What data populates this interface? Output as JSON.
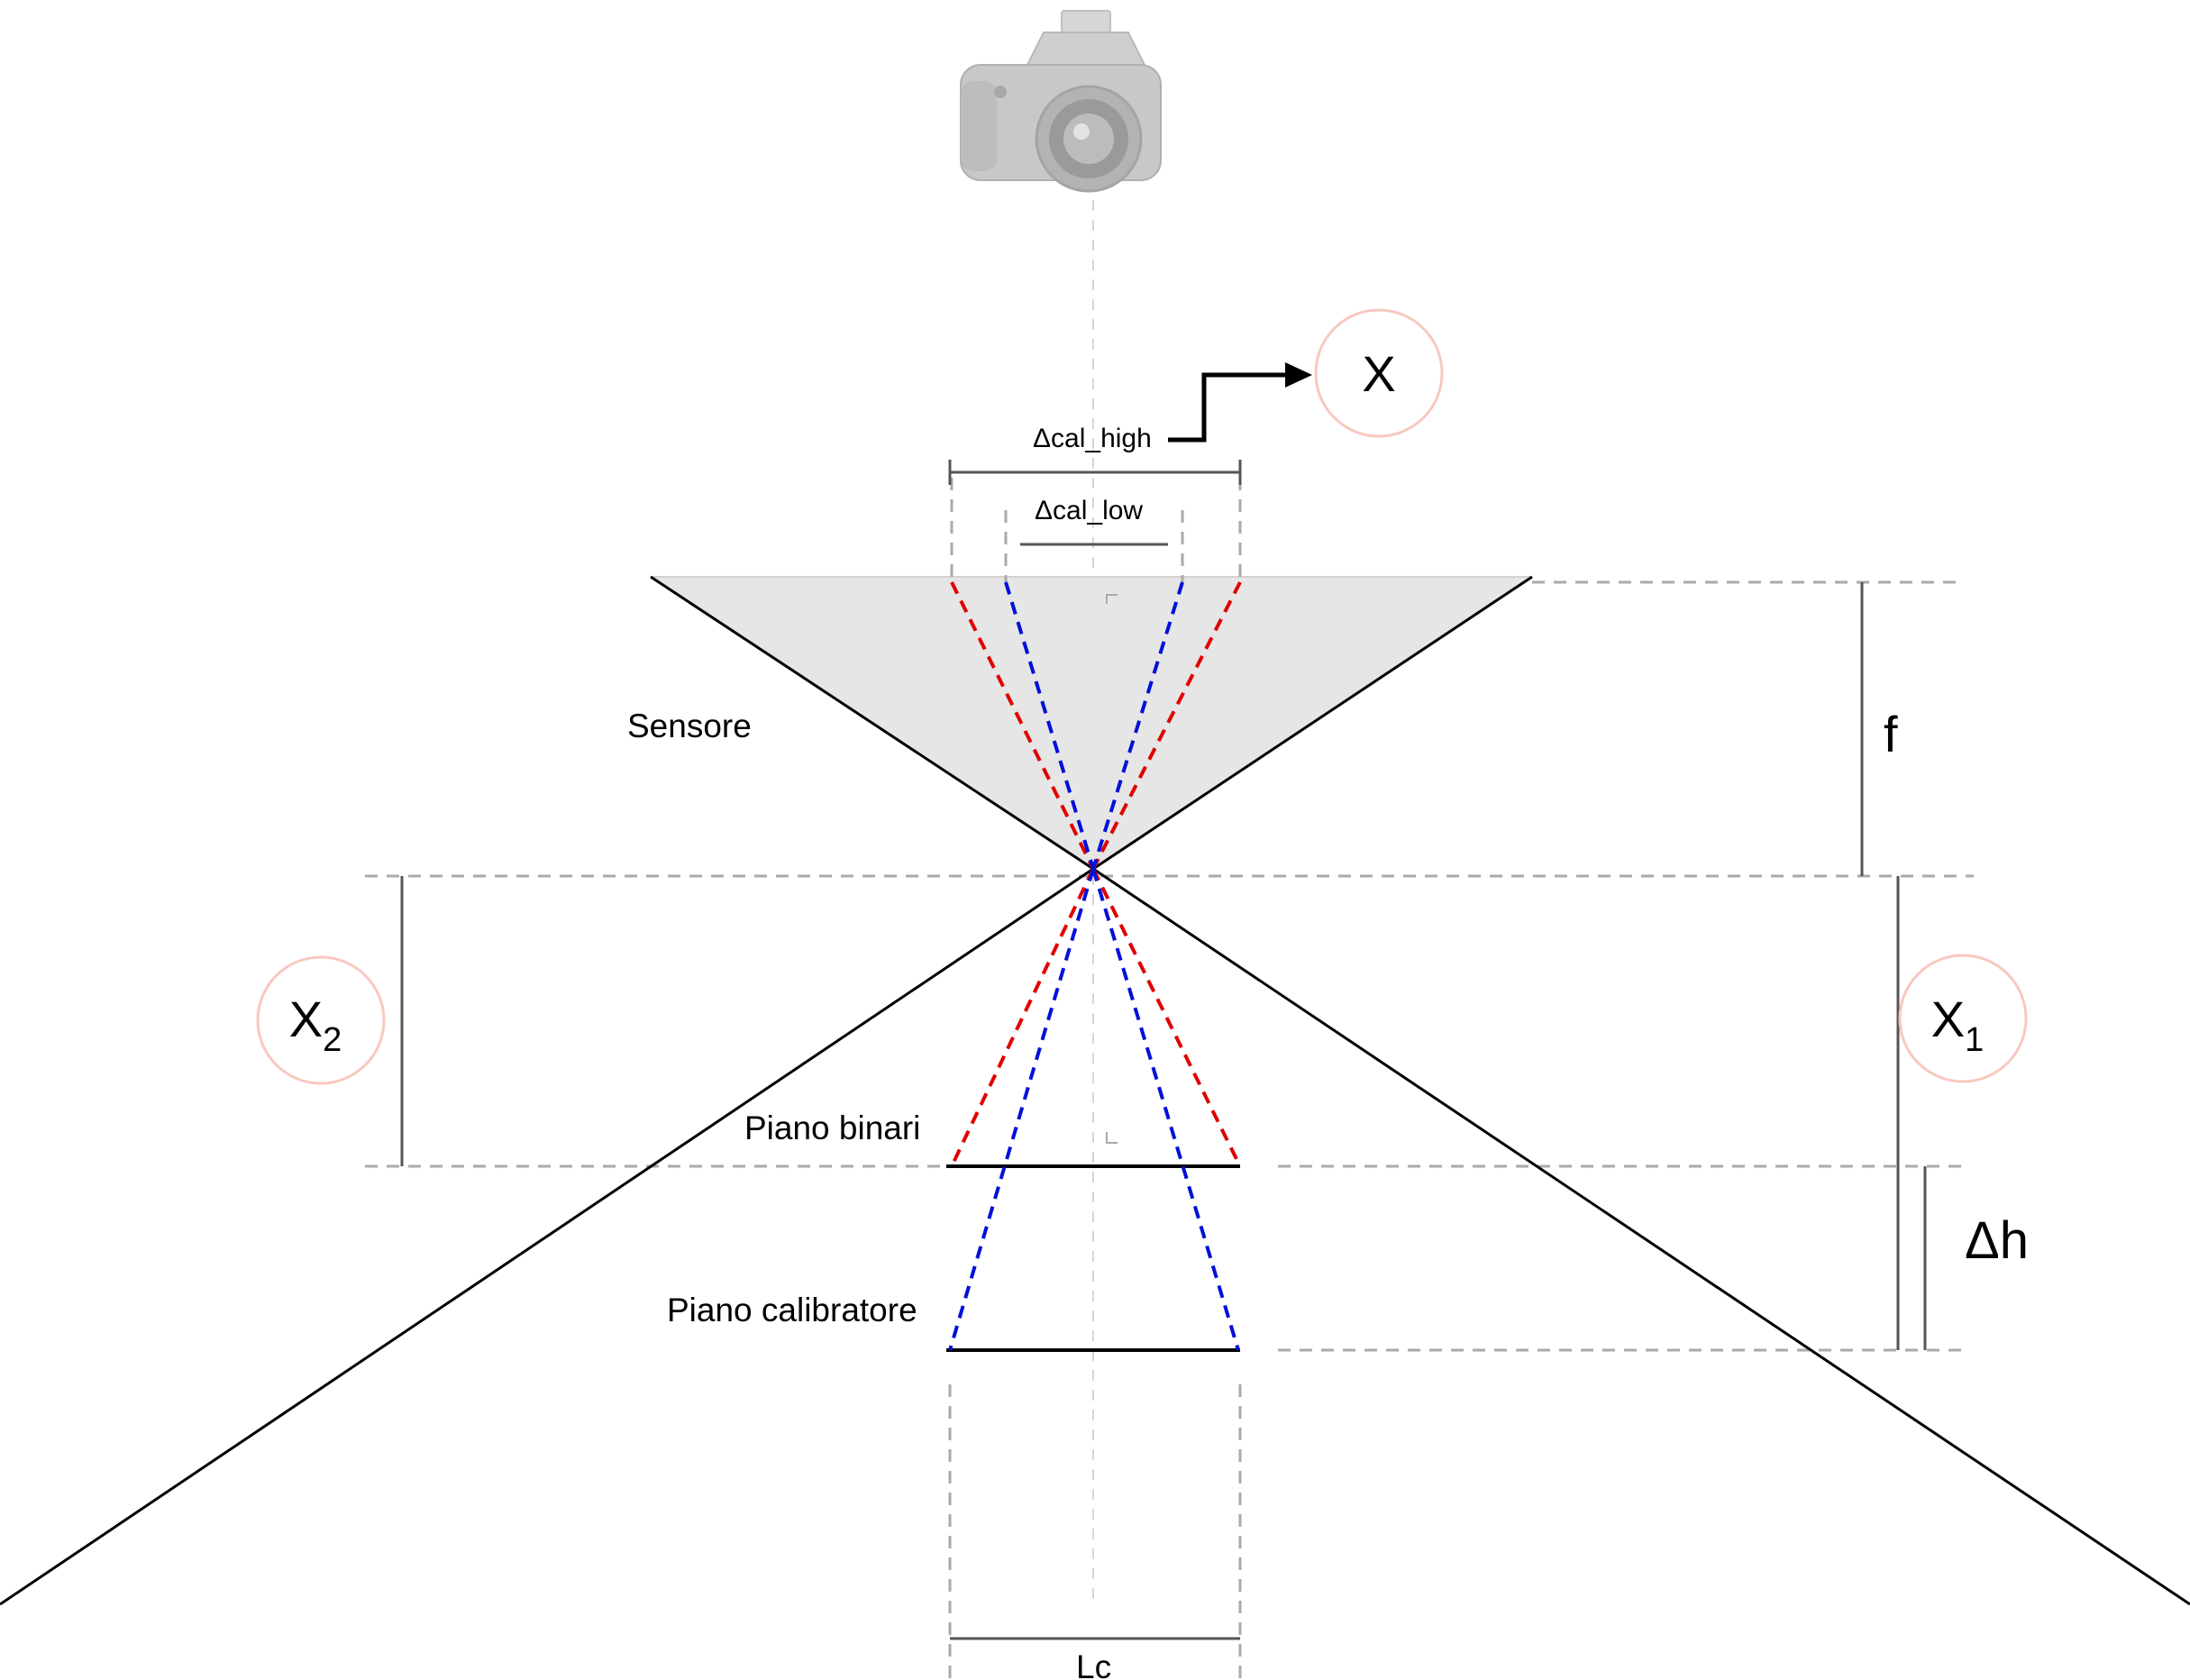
{
  "labels": {
    "sensor": "Sensore",
    "rail_plane": "Piano binari",
    "calibrator_plane": "Piano calibratore",
    "delta_cal_high": "Δcal_high",
    "delta_cal_low": "Δcal_low",
    "focal": "f",
    "delta_h": "Δh",
    "lc": "Lc"
  },
  "callouts": {
    "x": {
      "base": "X",
      "subscript": ""
    },
    "x1": {
      "base": "X",
      "subscript": "1"
    },
    "x2": {
      "base": "X",
      "subscript": "2"
    }
  },
  "icons": {
    "camera": "camera-icon"
  },
  "colors": {
    "line": "#000000",
    "guide": "#aaaaaa",
    "dim": "#555555",
    "sensor_fill": "#e6e6e6",
    "ray_high": "#e00000",
    "ray_low": "#0010d8",
    "callout_ring": "#f8c8c0",
    "camera_body": "#c8c8c8"
  }
}
